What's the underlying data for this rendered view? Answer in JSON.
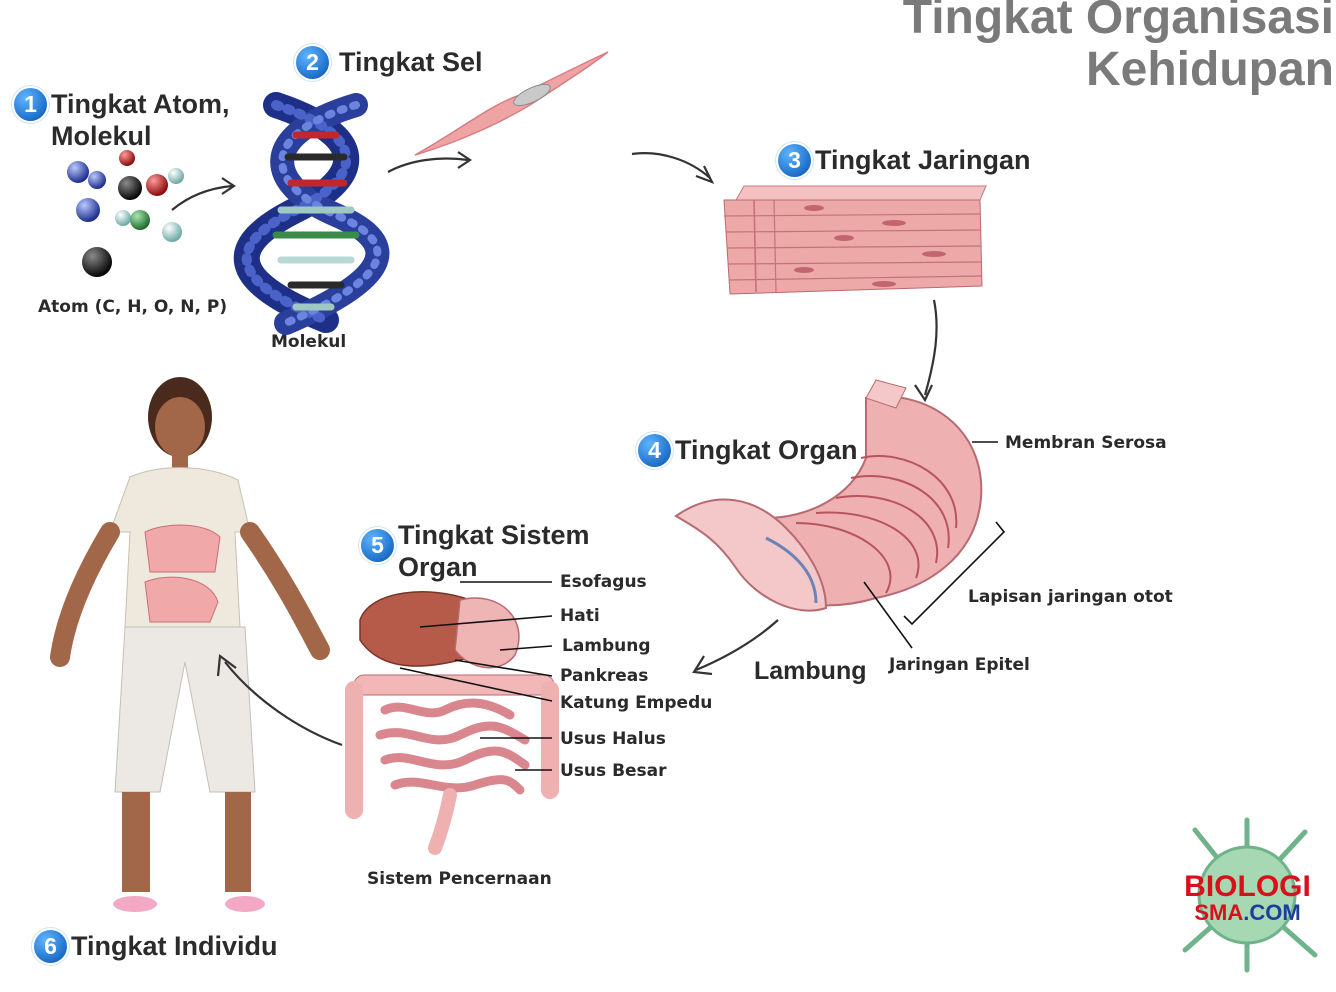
{
  "title": {
    "line1": "Tingkat Organisasi",
    "line2": "Kehidupan"
  },
  "steps": [
    {
      "num": "1",
      "line1": "Tingkat Atom,",
      "line2": "Molekul"
    },
    {
      "num": "2",
      "line1": "Tingkat Sel"
    },
    {
      "num": "3",
      "line1": "Tingkat Jaringan"
    },
    {
      "num": "4",
      "line1": "Tingkat Organ"
    },
    {
      "num": "5",
      "line1": "Tingkat Sistem",
      "line2": "Organ"
    },
    {
      "num": "6",
      "line1": "Tingkat Individu"
    }
  ],
  "captions": {
    "atom": "Atom (C, H, O, N, P)",
    "molekul": "Molekul",
    "system": "Sistem Pencernaan"
  },
  "organ_labels": {
    "membran": "Membran Serosa",
    "otot": "Lapisan jaringan otot",
    "epitel": "Jaringan Epitel",
    "lambung": "Lambung"
  },
  "system_labels": [
    "Esofagus",
    "Hati",
    "Lambung",
    "Pankreas",
    "Katung Empedu",
    "Usus Halus",
    "Usus Besar"
  ],
  "watermark": {
    "line1": "BIOLOGI",
    "line2": "SMA",
    "line3": ".COM"
  },
  "colors": {
    "title": "#7a7a7a",
    "badge": "#1d6fc9",
    "logo_red": "#d8101a",
    "logo_blue": "#1b3e9a"
  }
}
